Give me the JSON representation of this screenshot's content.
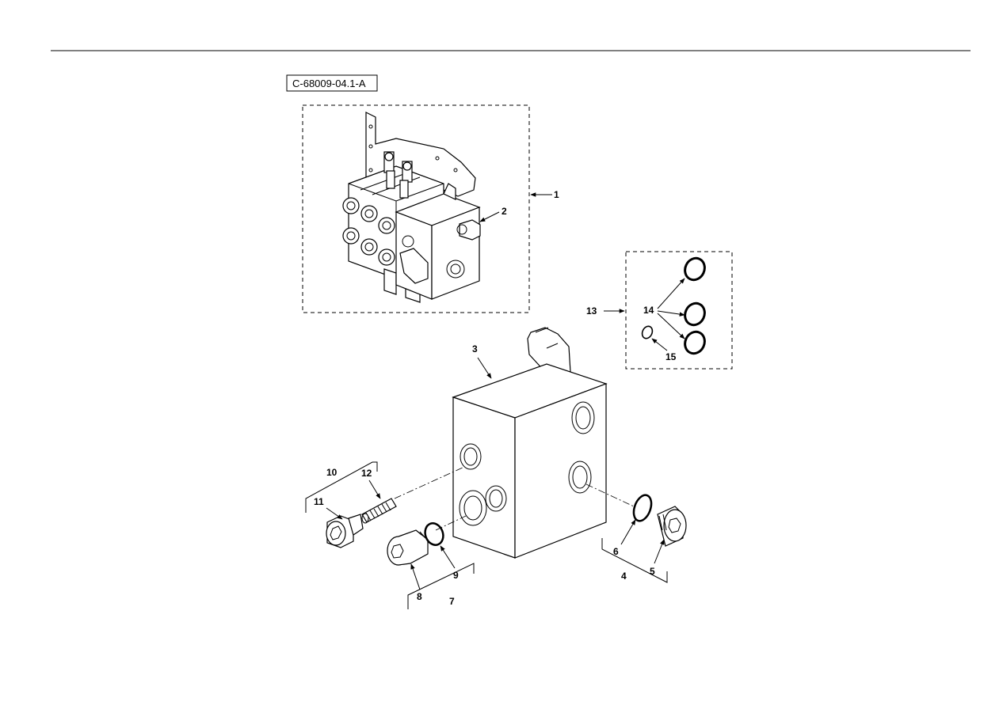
{
  "figure": {
    "code": "C-68009-04.1-A",
    "callouts": [
      {
        "id": "1",
        "label": "1"
      },
      {
        "id": "2",
        "label": "2"
      },
      {
        "id": "3",
        "label": "3"
      },
      {
        "id": "4",
        "label": "4"
      },
      {
        "id": "5",
        "label": "5"
      },
      {
        "id": "6",
        "label": "6"
      },
      {
        "id": "7",
        "label": "7"
      },
      {
        "id": "8",
        "label": "8"
      },
      {
        "id": "9",
        "label": "9"
      },
      {
        "id": "10",
        "label": "10"
      },
      {
        "id": "11",
        "label": "11"
      },
      {
        "id": "12",
        "label": "12"
      },
      {
        "id": "13",
        "label": "13"
      },
      {
        "id": "14",
        "label": "14"
      },
      {
        "id": "15",
        "label": "15"
      }
    ]
  }
}
